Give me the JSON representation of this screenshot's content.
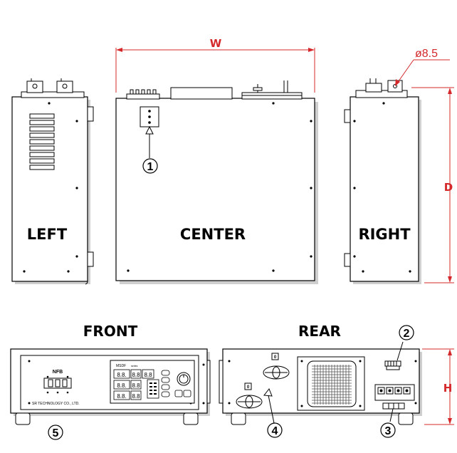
{
  "views": {
    "left": "LEFT",
    "center": "CENTER",
    "right": "RIGHT",
    "front": "FRONT",
    "rear": "REAR"
  },
  "dimensions": {
    "width": "W",
    "depth": "D",
    "height": "H",
    "hole": "ø8.5"
  },
  "callouts": [
    "1",
    "2",
    "3",
    "4",
    "5"
  ],
  "front_panel": {
    "breaker": "NFB",
    "maker": "SR TECHNOLOGY CO., LTD.",
    "model": "MSDF",
    "model_sub": "series"
  },
  "rear_panel": {
    "switch_mark": "0"
  },
  "colors": {
    "dimension": "#d4282a",
    "line": "#000000",
    "shadow": "#c8c8c8"
  }
}
